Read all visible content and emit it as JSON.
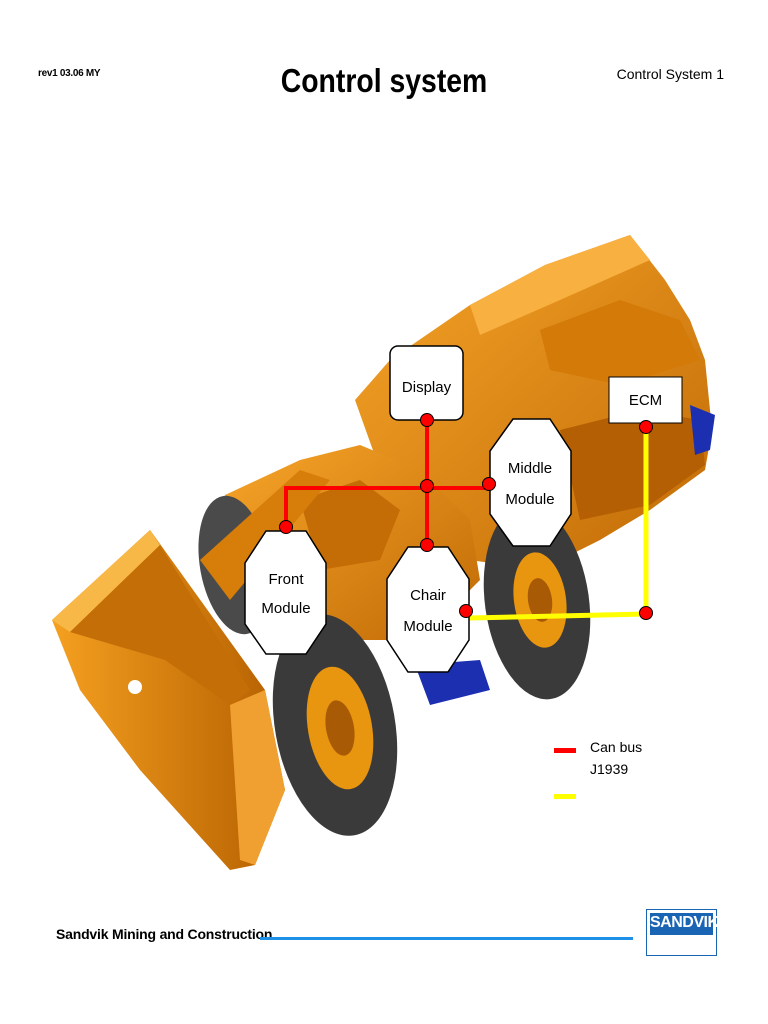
{
  "header": {
    "revision": "rev1 03.06 MY",
    "title": "Control system",
    "page_label": "Control System  1"
  },
  "modules": {
    "display": "Display",
    "ecm": "ECM",
    "middle": [
      "Middle",
      "Module"
    ],
    "front": [
      "Front",
      "Module"
    ],
    "chair": [
      "Chair",
      "Module"
    ]
  },
  "legend": {
    "can_bus": "Can bus",
    "j1939": "J1939",
    "can_bus_color": "#ff0000",
    "j1939_color": "#ffff00"
  },
  "footer": {
    "company": "Sandvik Mining and Construction",
    "logo": "SANDVIK"
  },
  "colors": {
    "machine_orange": "#e8910f",
    "tire": "#3a3a3a",
    "rim": "#e89510",
    "footer_line": "#1e90e8",
    "logo_blue": "#1a64b4"
  }
}
